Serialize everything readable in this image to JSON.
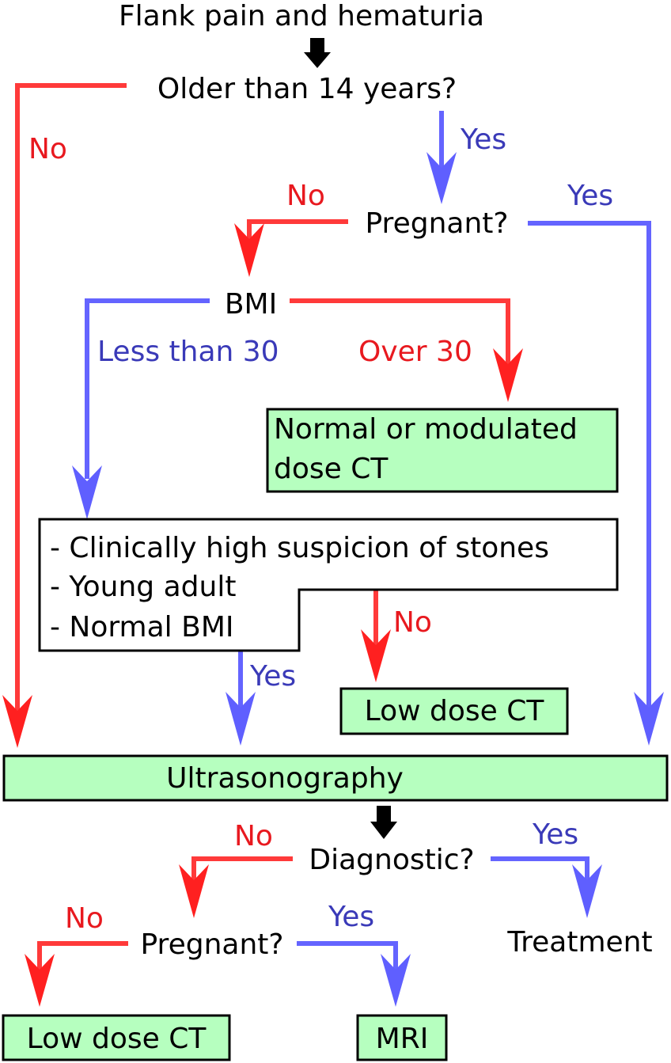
{
  "nodes": {
    "start": "Flank pain and hematuria",
    "age_question": "Older than 14 years?",
    "pregnant_question_1": "Pregnant?",
    "bmi": "BMI",
    "ct_normal_line1": "Normal or modulated",
    "ct_normal_line2": "dose CT",
    "criteria_1": "- Clinically high suspicion of stones",
    "criteria_2": "- Young adult",
    "criteria_3": "- Normal BMI",
    "low_dose_ct_1": "Low dose CT",
    "ultrasonography": "Ultrasonography",
    "diagnostic_question": "Diagnostic?",
    "treatment": "Treatment",
    "pregnant_question_2": "Pregnant?",
    "low_dose_ct_2": "Low dose CT",
    "mri": "MRI"
  },
  "edge_labels": {
    "age_no": "No",
    "age_yes": "Yes",
    "preg1_no": "No",
    "preg1_yes": "Yes",
    "bmi_less": "Less than 30",
    "bmi_over": "Over 30",
    "criteria_no": "No",
    "criteria_yes": "Yes",
    "diag_no": "No",
    "diag_yes": "Yes",
    "preg2_no": "No",
    "preg2_yes": "Yes"
  },
  "colors": {
    "no_branch": "#ff3a3a",
    "yes_branch": "#6464ff",
    "result_box": "#b6ffbf"
  }
}
